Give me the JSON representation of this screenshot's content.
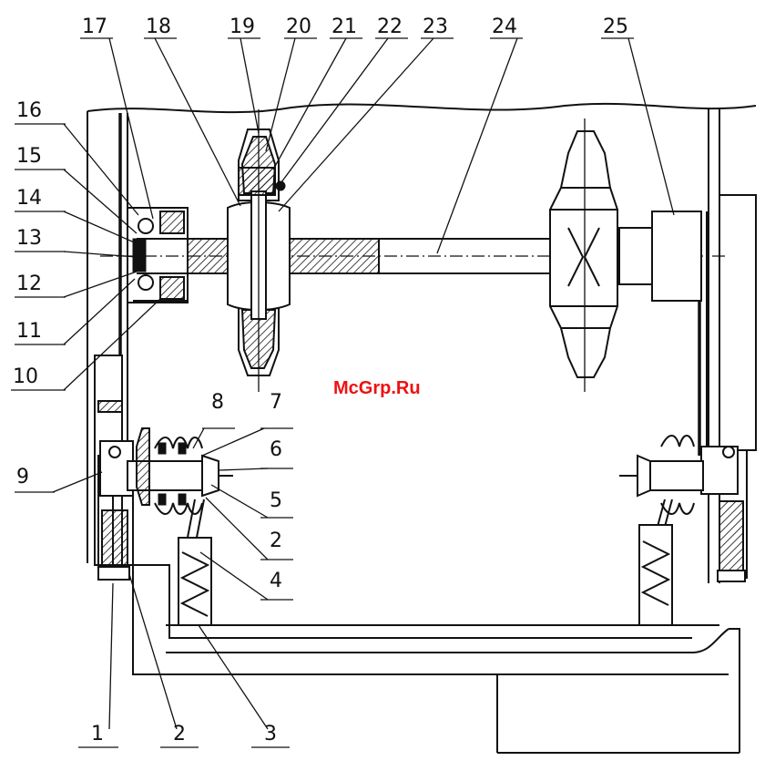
{
  "labels": {
    "l1": "1",
    "l2a": "2",
    "l2b": "2",
    "l3": "3",
    "l4": "4",
    "l5": "5",
    "l6": "6",
    "l7": "7",
    "l8": "8",
    "l9": "9",
    "l10": "10",
    "l11": "11",
    "l12": "12",
    "l13": "13",
    "l14": "14",
    "l15": "15",
    "l16": "16",
    "l17": "17",
    "l18": "18",
    "l19": "19",
    "l20": "20",
    "l21": "21",
    "l22": "22",
    "l23": "23",
    "l24": "24",
    "l25": "25"
  },
  "watermark": "McGrp.Ru"
}
